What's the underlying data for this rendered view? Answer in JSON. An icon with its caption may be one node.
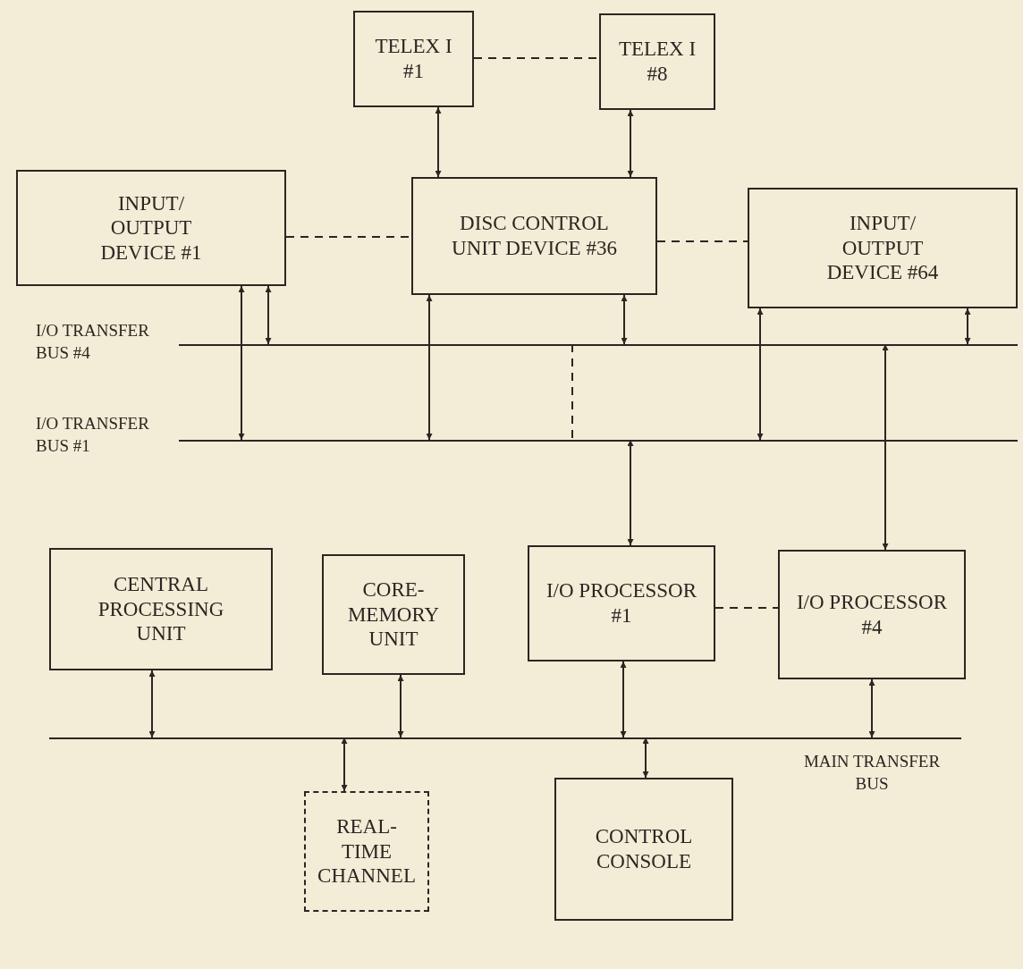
{
  "diagram": {
    "nodes": [
      {
        "text": [
          "TELEX I #1"
        ]
      },
      {
        "text": [
          "TELEX I #8"
        ]
      },
      {
        "text": [
          "INPUT/ OUTPUT DEVICE #1"
        ]
      },
      {
        "text": [
          "DISC CONTROL UNIT DEVICE #36"
        ]
      },
      {
        "text": [
          "INPUT/ OUTPUT DEVICE #64"
        ]
      },
      {
        "text": [
          "I/O TRANSFER BUS #4"
        ]
      },
      {
        "text": [
          "I/O TRANSFER BUS #1"
        ]
      },
      {
        "text": [
          "CENTRAL PROCESSING UNIT"
        ]
      },
      {
        "text": [
          "CORE- MEMORY UNIT"
        ]
      },
      {
        "text": [
          "I/O PROCESSOR #1"
        ]
      },
      {
        "text": [
          "I/O PROCESSOR #4"
        ]
      },
      {
        "text": [
          "MAIN TRANSFER BUS"
        ]
      },
      {
        "text": [
          "REAL- TIME CHANNEL"
        ]
      },
      {
        "text": [
          "CONTROL CONSOLE"
        ]
      }
    ],
    "edges": [
      {
        "from": 0,
        "to": 3,
        "arrow": "both"
      },
      {
        "from": 1,
        "to": 3,
        "arrow": "both"
      },
      {
        "from": 0,
        "to": 1,
        "arrow": "none",
        "style": "dashed"
      },
      {
        "from": 2,
        "to": 3,
        "arrow": "none",
        "style": "dashed"
      },
      {
        "from": 3,
        "to": 4,
        "arrow": "none",
        "style": "dashed"
      },
      {
        "from": 2,
        "to": 5,
        "arrow": "both"
      },
      {
        "from": 2,
        "to": 6,
        "arrow": "both"
      },
      {
        "from": 3,
        "to": 6,
        "arrow": "both"
      },
      {
        "from": 3,
        "to": 5,
        "arrow": "both"
      },
      {
        "from": 4,
        "to": 6,
        "arrow": "both"
      },
      {
        "from": 4,
        "to": 5,
        "arrow": "both"
      },
      {
        "from": 5,
        "to": 6,
        "arrow": "none",
        "style": "dashed"
      },
      {
        "from": 6,
        "to": 9,
        "arrow": "both"
      },
      {
        "from": 5,
        "to": 10,
        "arrow": "both"
      },
      {
        "from": 9,
        "to": 10,
        "arrow": "none",
        "style": "dashed"
      },
      {
        "from": 7,
        "to": 11,
        "arrow": "both"
      },
      {
        "from": 8,
        "to": 11,
        "arrow": "both"
      },
      {
        "from": 9,
        "to": 11,
        "arrow": "both"
      },
      {
        "from": 10,
        "to": 11,
        "arrow": "both"
      },
      {
        "from": 11,
        "to": 12,
        "arrow": "both"
      },
      {
        "from": 11,
        "to": 13,
        "arrow": "both"
      }
    ]
  }
}
